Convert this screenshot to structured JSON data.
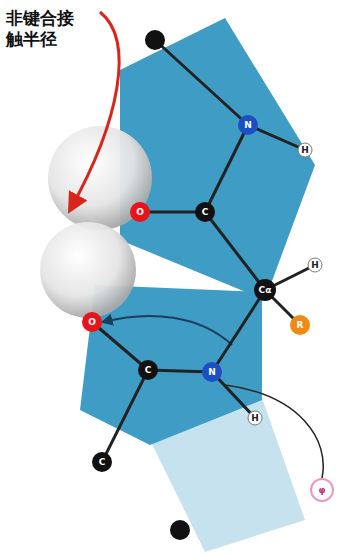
{
  "diagram": {
    "labels": [
      "非键合接触半径",
      "N",
      "H",
      "O",
      "C",
      "Cα",
      "H",
      "R",
      "O",
      "C",
      "N",
      "H",
      "C",
      "φ"
    ]
  }
}
